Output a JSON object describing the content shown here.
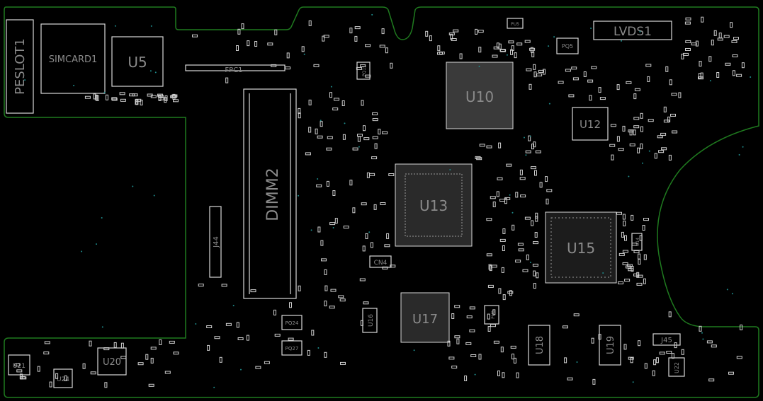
{
  "viewer": {
    "colors": {
      "background": "#000000",
      "outline": "#1f7a1f",
      "silkscreen": "#d8d8d8",
      "label": "#8a8a8a",
      "via": "#1e8a8a"
    }
  },
  "components": {
    "peslot": "PESLOT1",
    "simcard": "SIMCARD1",
    "u5": "U5",
    "fpc": "FPC1",
    "dimm": "DIMM2",
    "j44": "J44",
    "u10": "U10",
    "u12": "U12",
    "u13": "U13",
    "u15": "U15",
    "u17": "U17",
    "u18": "U18",
    "u19": "U19",
    "u16": "U16",
    "u20": "U20",
    "u21": "U21",
    "u22": "U22",
    "u24": "U24",
    "u14": "U14",
    "lvds": "LVDS1",
    "cn4": "CN4",
    "j45": "J45",
    "pq24": "PQ24",
    "pq27": "PQ27",
    "pq5": "PQ5",
    "pq15": "PQ15",
    "pu5": "PU5",
    "pu8": "PU8"
  }
}
